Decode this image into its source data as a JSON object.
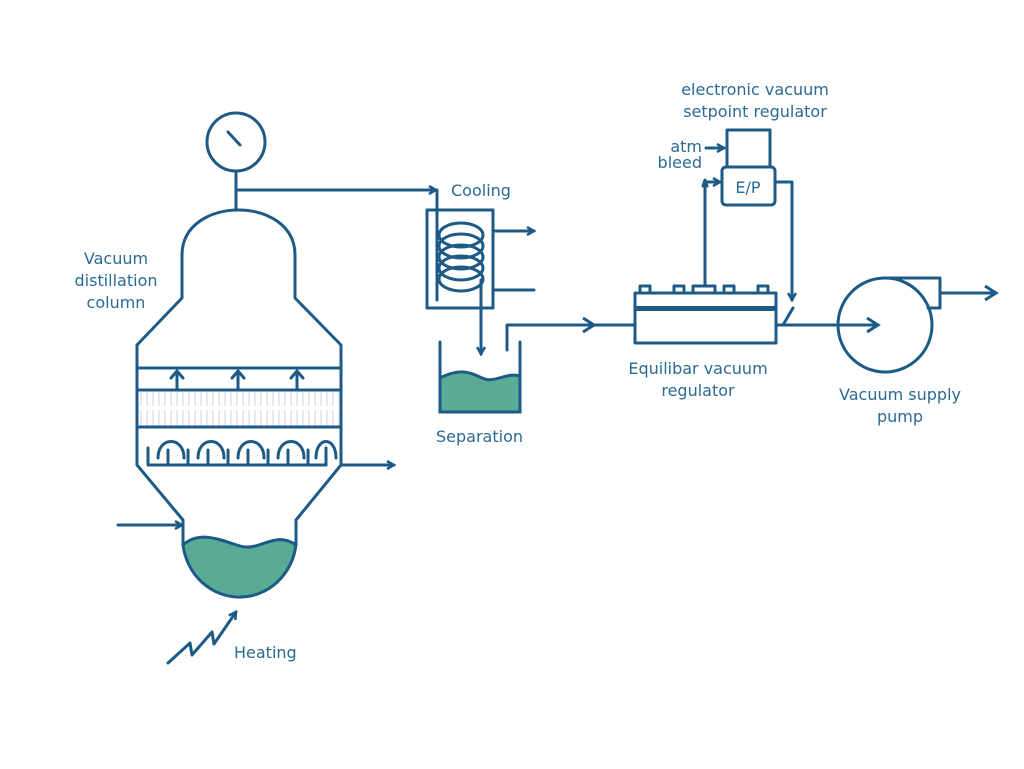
{
  "labels": {
    "column": [
      "Vacuum",
      "distillation",
      "column"
    ],
    "cooling": "Cooling",
    "separation": "Separation",
    "heating": "Heating",
    "setpoint_regulator": [
      "electronic vacuum",
      "setpoint regulator"
    ],
    "atm_bleed": [
      "atm",
      "bleed"
    ],
    "ep": "E/P",
    "equilibar_regulator": [
      "Equilibar vacuum",
      "regulator"
    ],
    "pump": [
      "Vacuum supply",
      "pump"
    ]
  },
  "colors": {
    "line": "#1d5a86",
    "liquid": "#5aab95",
    "text": "#2a6a93"
  }
}
